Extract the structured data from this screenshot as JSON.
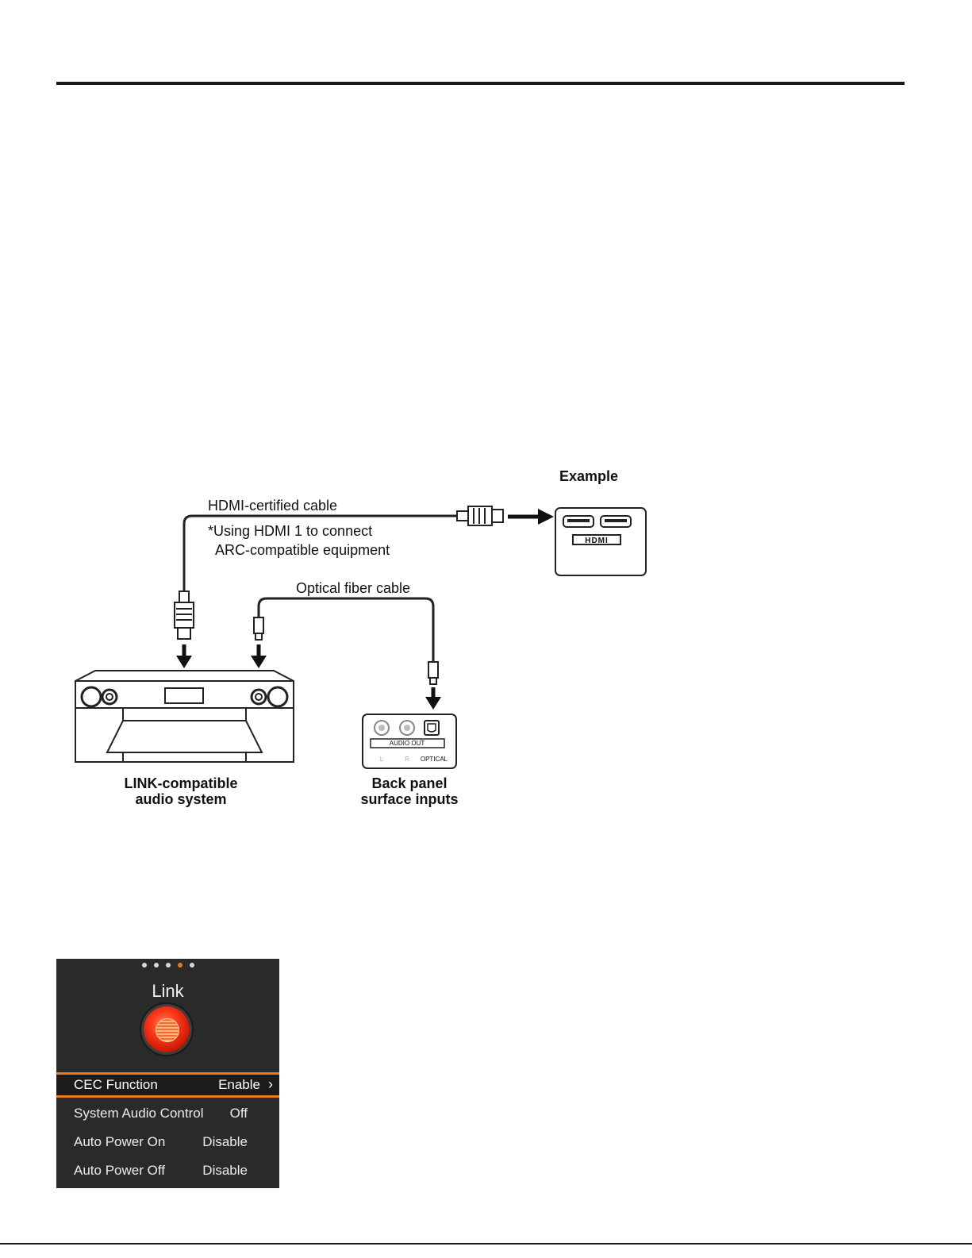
{
  "diagram": {
    "example_label": "Example",
    "hdmi_cable_label": "HDMI-certified cable",
    "note_line1": "*Using HDMI 1 to connect",
    "note_line2": "ARC-compatible equipment",
    "optical_cable_label": "Optical fiber cable",
    "hdmi_port_label": "HDMI",
    "audio_out_label": "AUDIO OUT",
    "port_l": "L",
    "port_r": "R",
    "port_optical": "OPTICAL",
    "audio_system_line1": "LINK-compatible",
    "audio_system_line2": "audio system",
    "back_panel_line1": "Back panel",
    "back_panel_line2": "surface inputs"
  },
  "osd": {
    "title": "Link",
    "active_page": 4,
    "page_count": 5,
    "accent_color": "#e87a1c",
    "items": [
      {
        "name": "CEC Function",
        "value": "Enable",
        "selected": true
      },
      {
        "name": "System Audio Control",
        "value": "Off",
        "selected": false
      },
      {
        "name": "Auto Power On",
        "value": "Disable",
        "selected": false
      },
      {
        "name": "Auto Power Off",
        "value": "Disable",
        "selected": false
      }
    ]
  }
}
